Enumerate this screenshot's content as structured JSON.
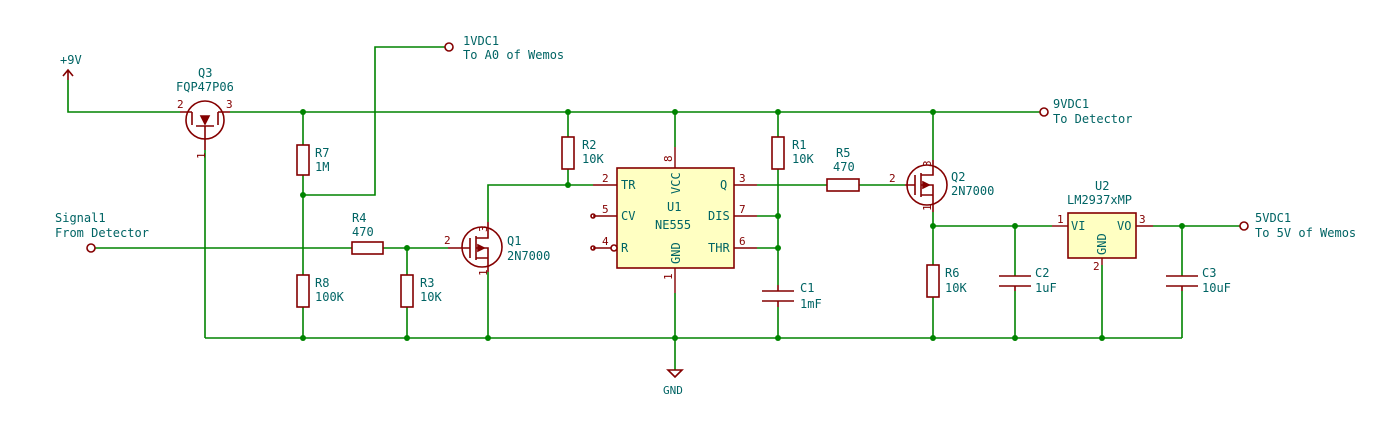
{
  "schematic": {
    "power": {
      "plus9v": "+9V",
      "gnd": "GND"
    },
    "connectors": {
      "vdc1": {
        "ref": "1VDC1",
        "desc": "To A0 of Wemos"
      },
      "vdc9": {
        "ref": "9VDC1",
        "desc": "To Detector"
      },
      "vdc5": {
        "ref": "5VDC1",
        "desc": "To 5V of Wemos"
      },
      "signal": {
        "ref": "Signal1",
        "desc": "From Detector"
      }
    },
    "components": {
      "q3": {
        "ref": "Q3",
        "value": "FQP47P06",
        "pins": [
          "2",
          "3",
          "1"
        ]
      },
      "q1": {
        "ref": "Q1",
        "value": "2N7000",
        "pins": [
          "2",
          "3",
          "1"
        ]
      },
      "q2": {
        "ref": "Q2",
        "value": "2N7000",
        "pins": [
          "2",
          "3",
          "1"
        ]
      },
      "r1": {
        "ref": "R1",
        "value": "10K"
      },
      "r2": {
        "ref": "R2",
        "value": "10K"
      },
      "r3": {
        "ref": "R3",
        "value": "10K"
      },
      "r4": {
        "ref": "R4",
        "value": "470"
      },
      "r5": {
        "ref": "R5",
        "value": "470"
      },
      "r6": {
        "ref": "R6",
        "value": "10K"
      },
      "r7": {
        "ref": "R7",
        "value": "1M"
      },
      "r8": {
        "ref": "R8",
        "value": "100K"
      },
      "c1": {
        "ref": "C1",
        "value": "1mF"
      },
      "c2": {
        "ref": "C2",
        "value": "1uF"
      },
      "c3": {
        "ref": "C3",
        "value": "10uF"
      },
      "u1": {
        "ref": "U1",
        "value": "NE555",
        "pin_names": {
          "tr": "TR",
          "cv": "CV",
          "r": "R",
          "vcc": "VCC",
          "gnd": "GND",
          "q": "Q",
          "dis": "DIS",
          "thr": "THR"
        },
        "pin_numbers": {
          "tr": "2",
          "cv": "5",
          "r": "4",
          "vcc": "8",
          "gnd": "1",
          "q": "3",
          "dis": "7",
          "thr": "6"
        }
      },
      "u2": {
        "ref": "U2",
        "value": "LM2937xMP",
        "pin_names": {
          "vi": "VI",
          "vo": "VO",
          "gnd": "GND"
        },
        "pin_numbers": {
          "vi": "1",
          "vo": "3",
          "gnd": "2"
        }
      }
    },
    "colors": {
      "wire": "#008400",
      "component": "#840000",
      "body_fill": "#ffffc2",
      "text": "#006464"
    }
  }
}
